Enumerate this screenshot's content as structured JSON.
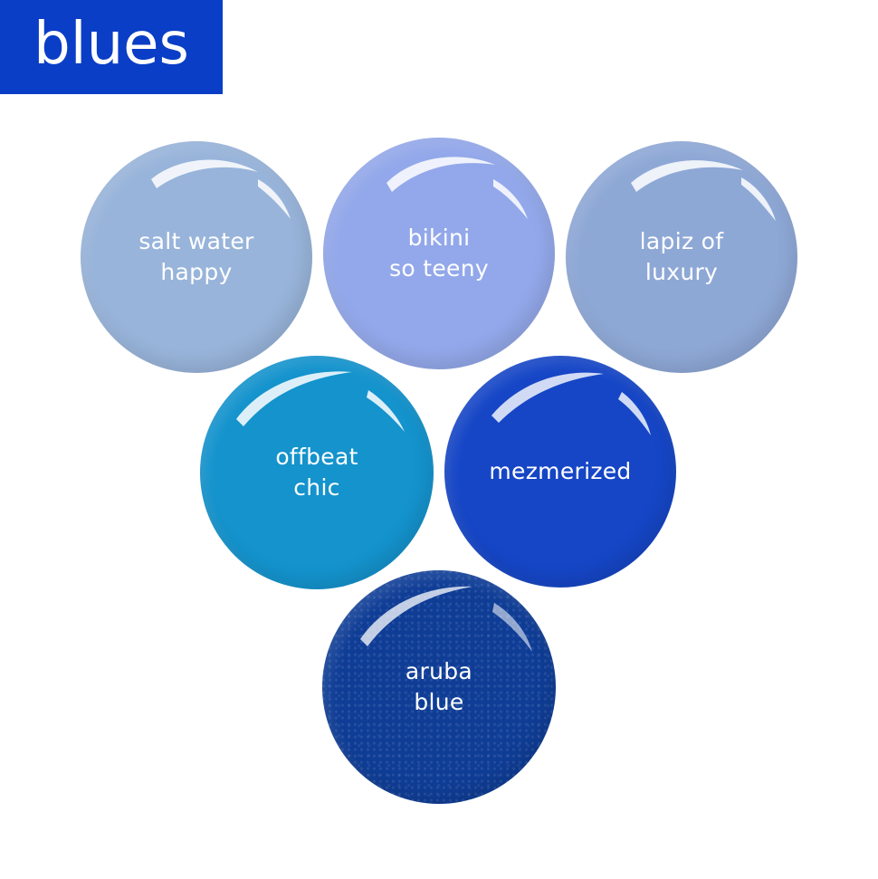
{
  "title": "blues",
  "colors": {
    "banner": "#0a3ec6",
    "text": "#ffffff"
  },
  "swatches": [
    {
      "label": "salt water\nhappy",
      "color": "#98b4da",
      "finish": "gloss"
    },
    {
      "label": "bikini\nso teeny",
      "color": "#93a8ea",
      "finish": "gloss"
    },
    {
      "label": "lapiz of\nluxury",
      "color": "#8ea8d6",
      "finish": "gloss"
    },
    {
      "label": "offbeat\nchic",
      "color": "#1493cd",
      "finish": "gloss"
    },
    {
      "label": "mezmerized",
      "color": "#1646c6",
      "finish": "gloss"
    },
    {
      "label": "aruba\nblue",
      "color": "#0f3d96",
      "finish": "shimmer"
    }
  ]
}
